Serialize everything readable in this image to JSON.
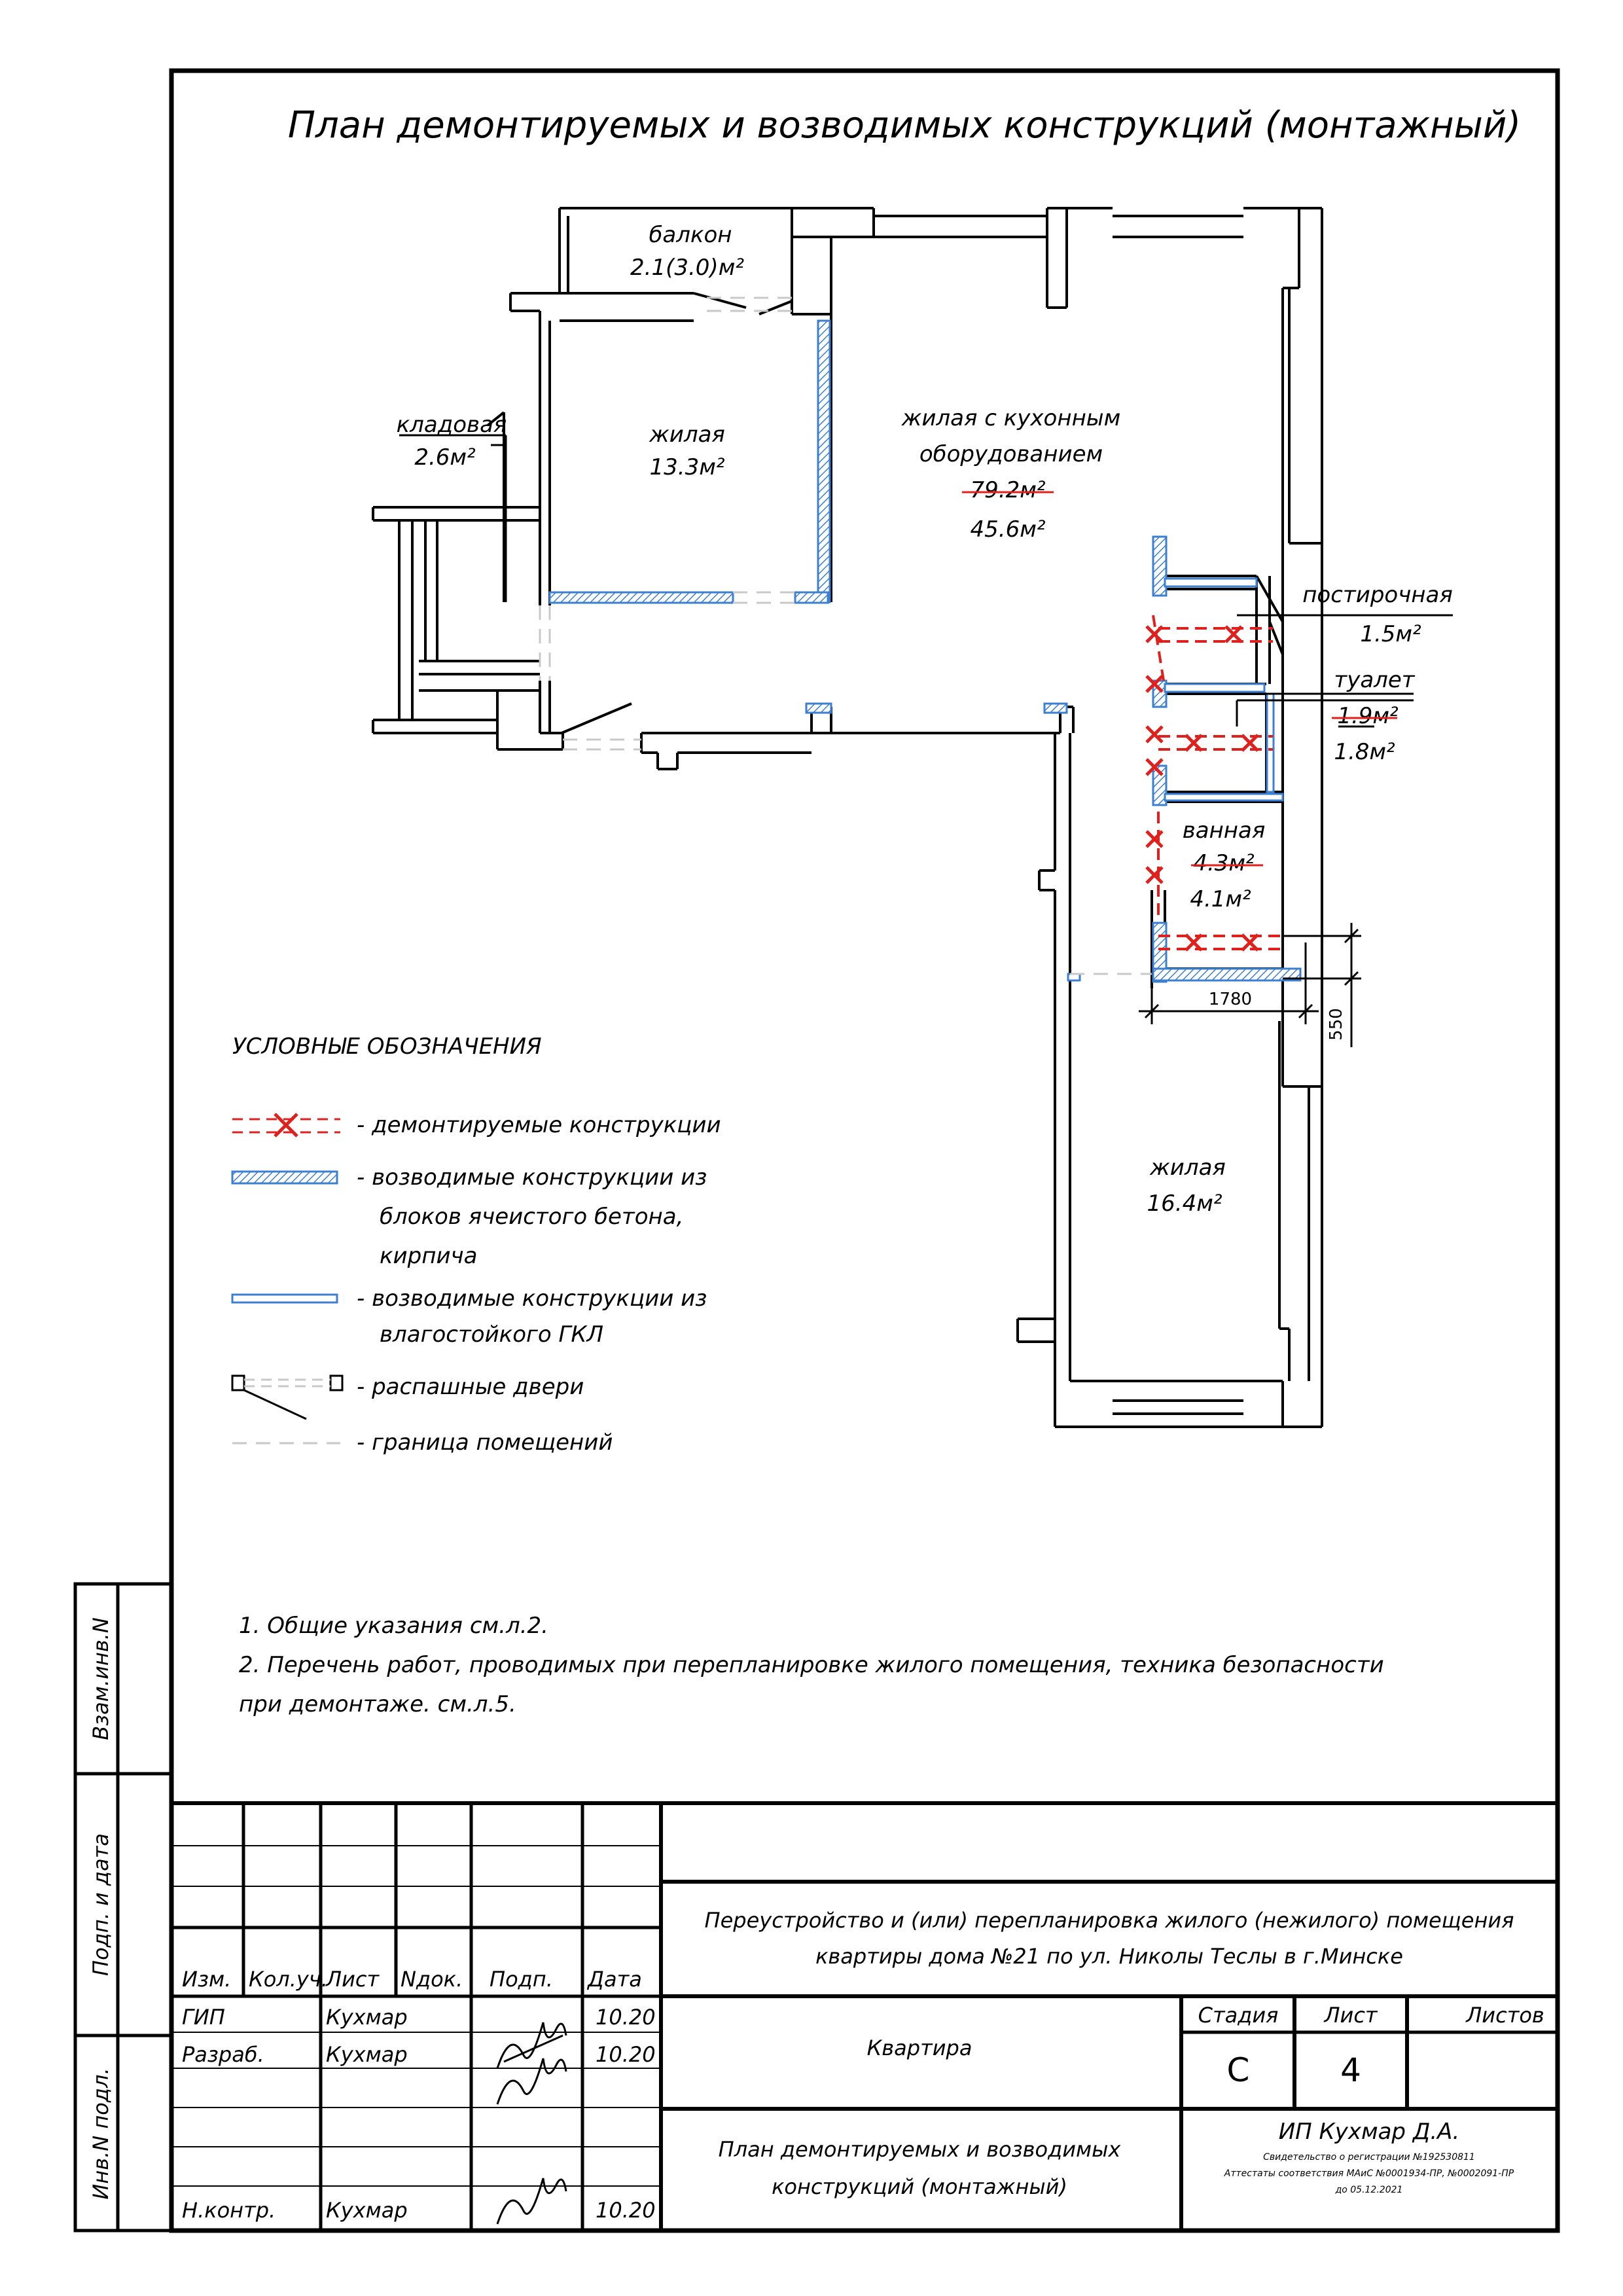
{
  "drawing_title": "План демонтируемых и возводимых конструкций (монтажный)",
  "rooms": {
    "balcony": {
      "name": "балкон",
      "area": "2.1(3.0)м²"
    },
    "storage": {
      "name": "кладовая",
      "area": "2.6м²"
    },
    "living_1": {
      "name": "жилая",
      "area": "13.3м²"
    },
    "living_kitchen": {
      "name_line1": "жилая с кухонным",
      "name_line2": "оборудованием",
      "area_old": "79.2м²",
      "area_new": "45.6м²"
    },
    "laundry": {
      "name": "постирочная",
      "area": "1.5м²"
    },
    "toilet": {
      "name": "туалет",
      "area_old": "1.9м²",
      "area_new": "1.8м²"
    },
    "bathroom": {
      "name": "ванная",
      "area_old": "4.3м²",
      "area_new": "4.1м²"
    },
    "living_2": {
      "name": "жилая",
      "area": "16.4м²"
    }
  },
  "dimensions": {
    "width": "1780",
    "height": "550"
  },
  "legend": {
    "title": "УСЛОВНЫЕ ОБОЗНАЧЕНИЯ",
    "demolished": "- демонтируемые конструкции",
    "aerated_line1": "- возводимые конструкции из",
    "aerated_line2": "блоков ячеистого бетона,",
    "aerated_line3": "кирпича",
    "gkl_line1": "- возводимые конструкции из",
    "gkl_line2": "влагостойкого ГКЛ",
    "doors": "- распашные двери",
    "boundary": "- граница помещений"
  },
  "notes": {
    "n1": "1. Общие указания см.л.2.",
    "n2_line1": "2. Перечень работ, проводимых при перепланировке жилого помещения, техника безопасности",
    "n2_line2": "при демонтаже. см.л.5."
  },
  "side_stamp": {
    "vzam": "Взам.инв.N",
    "podp": "Подп. и дата",
    "inv": "Инв.N подл."
  },
  "title_block": {
    "headers": {
      "izm": "Изм.",
      "kol": "Кол.уч.",
      "list": "Лист",
      "ndok": "Nдок.",
      "podp": "Подп.",
      "data": "Дата"
    },
    "rows": [
      {
        "role": "ГИП",
        "name": "Кухмар",
        "date": "10.20"
      },
      {
        "role": "Разраб.",
        "name": "Кухмар",
        "date": "10.20"
      },
      {
        "role": "Н.контр.",
        "name": "Кухмар",
        "date": "10.20"
      }
    ],
    "project_line1": "Переустройство и (или) перепланировка жилого (нежилого) помещения",
    "project_line2": "квартиры  дома №21 по ул. Николы Теслы в г.Минске",
    "object": "Квартира",
    "sheet_title_line1": "План демонтируемых и возводимых",
    "sheet_title_line2": "конструкций (монтажный)",
    "stage_label": "Стадия",
    "sheet_label": "Лист",
    "sheets_label": "Листов",
    "stage": "С",
    "sheet": "4",
    "sheets": "",
    "org": "ИП Кухмар Д.А.",
    "org_reg": "Свидетельство о регистрации №192530811",
    "org_cert": "Аттестаты соответствия МАиС №0001934-ПР, №0002091-ПР",
    "org_valid": "до 05.12.2021"
  },
  "colors": {
    "line": "#000000",
    "new_wall": "#3b7fd0",
    "demolish": "#e0201c",
    "boundary": "#c8c8c8"
  }
}
